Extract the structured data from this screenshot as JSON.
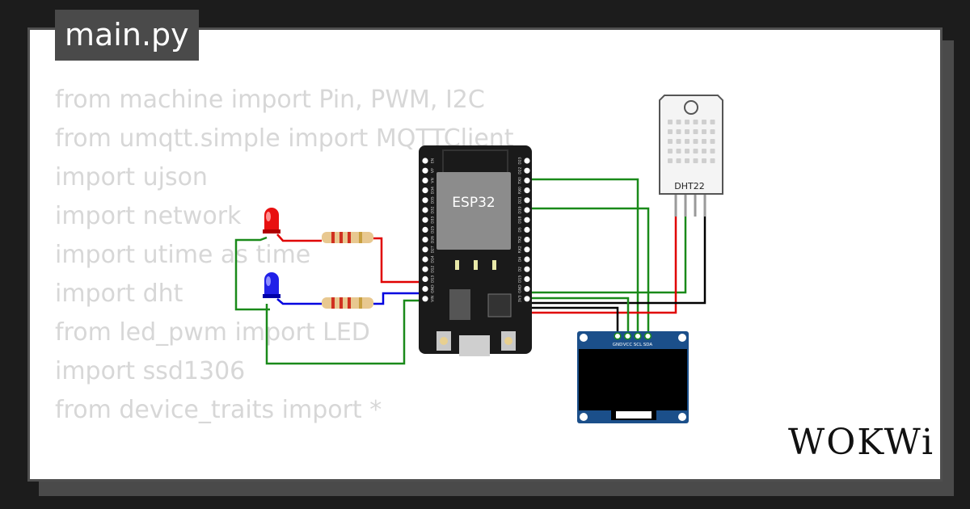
{
  "file_tab": {
    "name": "main.py"
  },
  "code_lines": [
    "from machine import Pin, PWM, I2C",
    "from umqtt.simple import MQTTClient",
    "import ujson",
    "import network",
    "import utime as time",
    "import dht",
    "from led_pwm import LED",
    "import ssd1306",
    "from device_traits import *"
  ],
  "esp32": {
    "label": "ESP32",
    "left_pins": [
      "EN",
      "VP",
      "VN",
      "D34",
      "D35",
      "D32",
      "D33",
      "D25",
      "D26",
      "D27",
      "D14",
      "D12",
      "D13",
      "GND",
      "VIN"
    ],
    "right_pins": [
      "D23",
      "D22",
      "TX0",
      "RX0",
      "D21",
      "D19",
      "D18",
      "D5",
      "TX2",
      "RX2",
      "D4",
      "D2",
      "D15",
      "GND",
      "3V3"
    ]
  },
  "dht": {
    "label": "DHT22"
  },
  "oled": {
    "pins": [
      "GND",
      "VCC",
      "SCL",
      "SDA"
    ]
  },
  "logo": {
    "text": "WOKWi"
  },
  "colors": {
    "red_wire": "#e00000",
    "blue_wire": "#0000e0",
    "green_wire": "#1a8a1a",
    "black_wire": "#000000",
    "board": "#1a1a1a",
    "oled_pcb": "#1b4f8a"
  }
}
